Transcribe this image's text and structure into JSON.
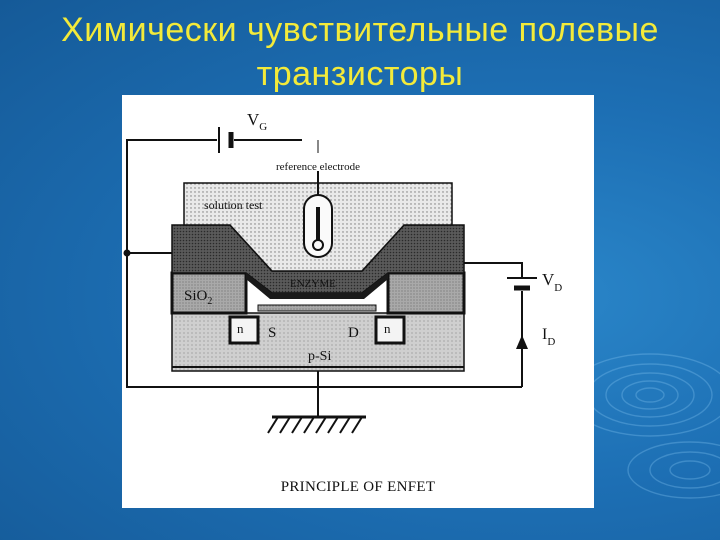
{
  "slide": {
    "title_line1": "Химически чувствительные полевые",
    "title_line2": "транзисторы"
  },
  "figure": {
    "label_vg_main": "V",
    "label_vg_sub": "G",
    "label_reference_electrode": "reference electrode",
    "label_solution_test": "solution test",
    "label_enzyme": "ENZYME",
    "label_sio2_main": "SiO",
    "label_sio2_sub": "2",
    "label_n_left": "n",
    "label_n_right": "n",
    "label_source": "S",
    "label_drain": "D",
    "label_substrate": "p-Si",
    "label_vd_main": "V",
    "label_vd_sub": "D",
    "label_id_main": "I",
    "label_id_sub": "D",
    "caption": "PRINCIPLE OF ENFET"
  },
  "colors": {
    "title": "#f3ea3a",
    "background": "#1d6fb4",
    "figure_background": "#ffffff"
  }
}
